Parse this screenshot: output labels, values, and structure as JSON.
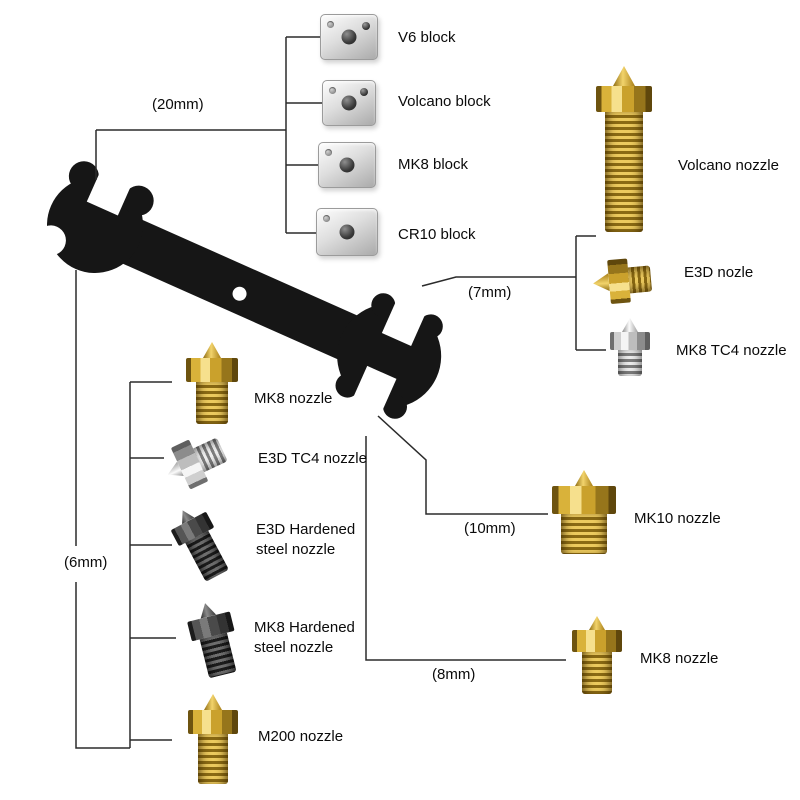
{
  "size_labels": {
    "mm20": "(20mm)",
    "mm7": "(7mm)",
    "mm10": "(10mm)",
    "mm8": "(8mm)",
    "mm6": "(6mm)"
  },
  "blocks": [
    {
      "label": "V6 block"
    },
    {
      "label": "Volcano block"
    },
    {
      "label": "MK8 block"
    },
    {
      "label": "CR10 block"
    }
  ],
  "nozzles_right": [
    {
      "label": "Volcano nozzle",
      "material": "brass"
    },
    {
      "label": "E3D nozle",
      "material": "brass"
    },
    {
      "label": "MK8 TC4 nozzle",
      "material": "silver"
    },
    {
      "label": "MK10 nozzle",
      "material": "brass"
    },
    {
      "label": "MK8 nozzle",
      "material": "brass"
    }
  ],
  "nozzles_left": [
    {
      "label": "MK8 nozzle",
      "material": "brass"
    },
    {
      "label": "E3D TC4 nozzle",
      "material": "silver"
    },
    {
      "label": "E3D Hardened steel nozzle",
      "material": "hardened-steel"
    },
    {
      "label": "MK8 Hardened steel nozzle",
      "material": "hardened-steel"
    },
    {
      "label": "M200 nozzle",
      "material": "brass"
    }
  ],
  "colors": {
    "background": "#ffffff",
    "wrench": "#161616",
    "line": "#2b2b2b",
    "text": "#0b0b0b",
    "brass": "#c9a233",
    "silver": "#c6c6c6",
    "steel": "#3d3d3d"
  }
}
